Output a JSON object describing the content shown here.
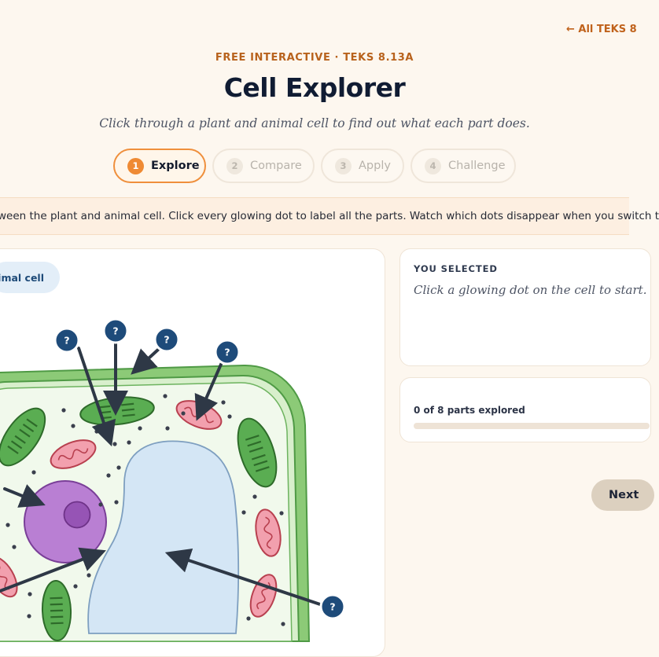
{
  "header": {
    "back_link": "← All TEKS 8",
    "eyebrow": "FREE INTERACTIVE · TEKS 8.13A",
    "title": "Cell Explorer",
    "subtitle": "Click through a plant and animal cell to find out what each part does."
  },
  "steps": [
    {
      "num": "1",
      "label": "Explore",
      "active": true
    },
    {
      "num": "2",
      "label": "Compare",
      "active": false
    },
    {
      "num": "3",
      "label": "Apply",
      "active": false
    },
    {
      "num": "4",
      "label": "Challenge",
      "active": false
    }
  ],
  "instructions": "ween the plant and animal cell. Click every glowing dot to label all the parts. Watch which dots disappear when you switch t",
  "cell_view": {
    "toggle_label": "imal cell",
    "hotspot_label": "?"
  },
  "selection": {
    "label": "YOU SELECTED",
    "hint": "Click a glowing dot on the cell to start."
  },
  "progress": {
    "label": "0 of 8 parts explored",
    "explored": 0,
    "total": 8
  },
  "nav": {
    "next_label": "Next"
  },
  "colors": {
    "accent": "#ef8a33",
    "hotspot": "#1e4b7a",
    "cell_wall": "#7cc46b",
    "vacuole": "#d4e6f5",
    "nucleus": "#b97fd3",
    "chloroplast": "#5aad52",
    "mitochondria": "#f2a0ae"
  }
}
